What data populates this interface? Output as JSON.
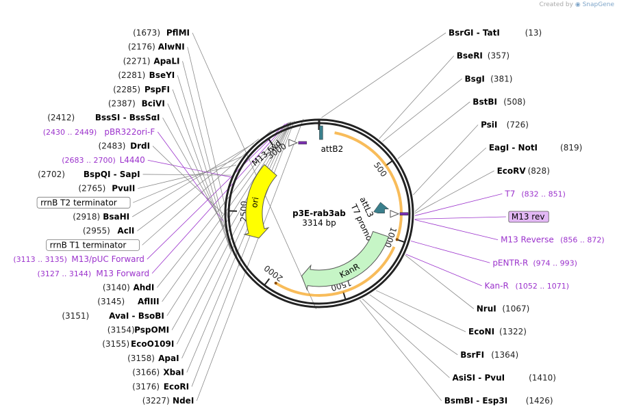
{
  "credit": {
    "prefix": "Created by",
    "brand": "SnapGene"
  },
  "plasmid": {
    "name": "p3E-rab3ab",
    "size_label": "3314 bp",
    "length": 3314
  },
  "ticks": [
    {
      "pos": 500,
      "label": "500"
    },
    {
      "pos": 1000,
      "label": "1000"
    },
    {
      "pos": 1500,
      "label": "1500"
    },
    {
      "pos": 2000,
      "label": "2000"
    },
    {
      "pos": 2500,
      "label": "2500"
    },
    {
      "pos": 3000,
      "label": "3000"
    }
  ],
  "features": [
    {
      "name": "attB2",
      "start": 13,
      "end": 37,
      "color": "#3a7f8c",
      "kind": "small"
    },
    {
      "name": "attL3",
      "start": 780,
      "end": 830,
      "color": "#3a7f8c",
      "kind": "arrowhead"
    },
    {
      "name": "T7 promoter",
      "start": 832,
      "end": 851,
      "color": "#ffffff",
      "kind": "promoter"
    },
    {
      "name": "KanR",
      "start": 1000,
      "end": 1800,
      "color": "#c6f5c6",
      "kind": "arrow"
    },
    {
      "name": "ori",
      "start": 2280,
      "end": 2870,
      "color": "#ffff00",
      "kind": "arrow",
      "reverse": true
    },
    {
      "name": "M13 fwd",
      "start": 3127,
      "end": 3144,
      "color": "#ffffff",
      "kind": "promoter"
    }
  ],
  "orfs": [
    {
      "start": 100,
      "end": 1000,
      "color": "#f5a623"
    },
    {
      "start": 1050,
      "end": 1950,
      "color": "#f5a623"
    }
  ],
  "enzymes": [
    {
      "name": "BsrGI  -  TatI",
      "pos_label": "(13)",
      "site": 13
    },
    {
      "name": "BseRI",
      "pos_label": "(357)",
      "site": 357
    },
    {
      "name": "BsgI",
      "pos_label": "(381)",
      "site": 381
    },
    {
      "name": "BstBI",
      "pos_label": "(508)",
      "site": 508
    },
    {
      "name": "PsiI",
      "pos_label": "(726)",
      "site": 726
    },
    {
      "name": "EagI  -  NotI",
      "pos_label": "(819)",
      "site": 819
    },
    {
      "name": "EcoRV",
      "pos_label": "(828)",
      "site": 828
    },
    {
      "name": "NruI",
      "pos_label": "(1067)",
      "site": 1067
    },
    {
      "name": "EcoNI",
      "pos_label": "(1322)",
      "site": 1322
    },
    {
      "name": "BsrFI",
      "pos_label": "(1364)",
      "site": 1364
    },
    {
      "name": "AsiSI  -  PvuI",
      "pos_label": "(1410)",
      "site": 1410
    },
    {
      "name": "BsmBI  -  Esp3I",
      "pos_label": "(1426)",
      "site": 1426
    },
    {
      "name": "PflMI",
      "pos_label": "(1673)",
      "site": 1673
    },
    {
      "name": "AlwNI",
      "pos_label": "(2176)",
      "site": 2176
    },
    {
      "name": "ApaLI",
      "pos_label": "(2271)",
      "site": 2271
    },
    {
      "name": "BseYI",
      "pos_label": "(2281)",
      "site": 2281
    },
    {
      "name": "PspFI",
      "pos_label": "(2285)",
      "site": 2285
    },
    {
      "name": "BciVI",
      "pos_label": "(2387)",
      "site": 2387
    },
    {
      "name": "BssSI  -  BssSαI",
      "pos_label": "(2412)",
      "site": 2412
    },
    {
      "name": "DrdI",
      "pos_label": "(2483)",
      "site": 2483
    },
    {
      "name": "BspQI  -  SapI",
      "pos_label": "(2702)",
      "site": 2702
    },
    {
      "name": "PvuII",
      "pos_label": "(2765)",
      "site": 2765
    },
    {
      "name": "BsaHI",
      "pos_label": "(2918)",
      "site": 2918
    },
    {
      "name": "AclI",
      "pos_label": "(2955)",
      "site": 2955
    },
    {
      "name": "AhdI",
      "pos_label": "(3140)",
      "site": 3140
    },
    {
      "name": "AflIII",
      "pos_label": "(3145)",
      "site": 3145
    },
    {
      "name": "AvaI  -  BsoBI",
      "pos_label": "(3151)",
      "site": 3151
    },
    {
      "name": "PspOMI",
      "pos_label": "(3154)",
      "site": 3154
    },
    {
      "name": "EcoO109I",
      "pos_label": "(3155)",
      "site": 3155
    },
    {
      "name": "ApaI",
      "pos_label": "(3158)",
      "site": 3158
    },
    {
      "name": "XbaI",
      "pos_label": "(3166)",
      "site": 3166
    },
    {
      "name": "EcoRI",
      "pos_label": "(3176)",
      "site": 3176
    },
    {
      "name": "NdeI",
      "pos_label": "(3227)",
      "site": 3227
    }
  ],
  "primers": [
    {
      "name": "M13 Forward",
      "pos_label": "(3127 .. 3144)",
      "site": 3135
    },
    {
      "name": "M13/pUC Forward",
      "pos_label": "(3113 .. 3135)",
      "site": 3124
    },
    {
      "name": "T7",
      "pos_label": "(832 .. 851)",
      "site": 841
    },
    {
      "name": "M13 rev",
      "pos_label": "",
      "site": 860,
      "boxed": true
    },
    {
      "name": "M13 Reverse",
      "pos_label": "(856 .. 872)",
      "site": 864
    },
    {
      "name": "pENTR-R",
      "pos_label": "(974 .. 993)",
      "site": 983
    },
    {
      "name": "Kan-R",
      "pos_label": "(1052 .. 1071)",
      "site": 1061
    },
    {
      "name": "L4440",
      "pos_label": "(2683 .. 2700)",
      "site": 2691
    },
    {
      "name": "pBR322ori-F",
      "pos_label": "(2430 .. 2449)",
      "site": 2440
    }
  ],
  "boxed_features": [
    {
      "name": "rrnB T1 terminator",
      "site": 3040
    },
    {
      "name": "rrnB T2 terminator",
      "site": 2820
    }
  ]
}
